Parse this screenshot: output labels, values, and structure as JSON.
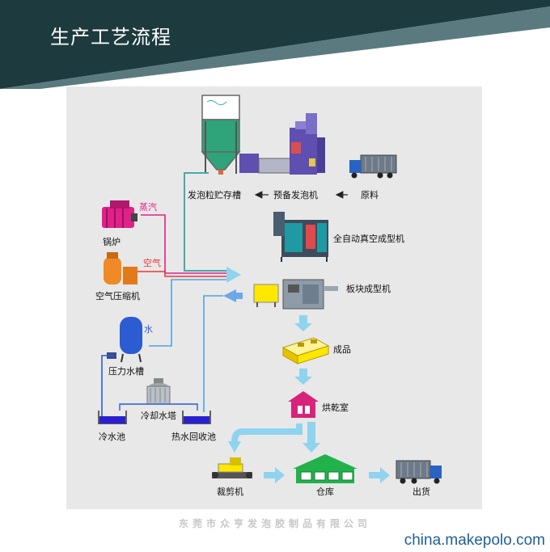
{
  "header": {
    "title": "生产工艺流程"
  },
  "colors": {
    "header_dark": "#1d3a3e",
    "header_accent": "#5a7a80",
    "flow_arrow": "#8fd3ef",
    "steam": "#e0218a",
    "air": "#ef3434",
    "water": "#4aa6e2",
    "product": "#ffe700",
    "drying_room": "#d8237a",
    "warehouse": "#22b24c",
    "tank": "#2b5cd2",
    "machine": "#5e4fb0"
  },
  "equipment": {
    "raw_material": "原料",
    "pre_expander": "预备发泡机",
    "silo": "发泡粒贮存槽",
    "boiler": "锅炉",
    "steam": "蒸汽",
    "compressor": "空气压缩机",
    "air": "空气",
    "vacuum_molder": "全自动真空成型机",
    "block_molder": "板块成型机",
    "pressure_tank": "压力水槽",
    "water": "水",
    "cooling_tower": "冷却水塔",
    "cold_pool": "冷水池",
    "hot_pool": "热水回收池",
    "finished_product": "成品",
    "drying_room": "烘乾室",
    "cutter": "裁剪机",
    "warehouse": "仓库",
    "shipping": "出货"
  },
  "footer": {
    "company": "东莞市众亨发泡胶制品有限公司",
    "watermark": "china.makepolo.com"
  }
}
